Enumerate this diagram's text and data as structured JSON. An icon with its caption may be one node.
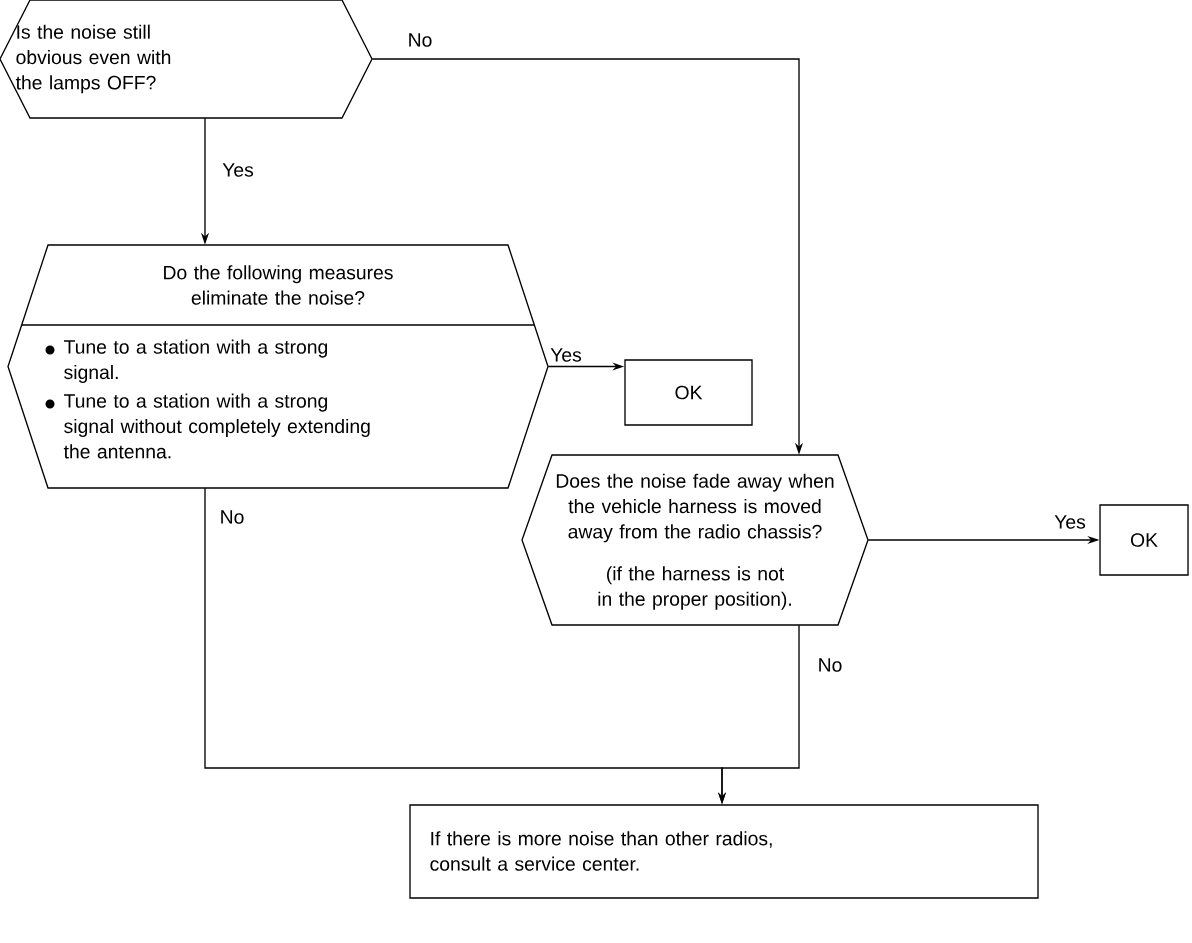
{
  "diagram": {
    "nodes": [
      {
        "text": [
          "Is the noise still obvious even with the lamps OFF?"
        ]
      },
      {
        "text": [
          "Do the following measures eliminate the noise?",
          "Tune to a station with a strong signal.",
          "Tune to a station with a strong signal without completely extending the antenna."
        ]
      },
      {
        "text": [
          "OK"
        ]
      },
      {
        "text": [
          "Does the noise fade away when the vehicle harness is moved away from the radio chassis?",
          "(if the harness is not in the proper position)."
        ]
      },
      {
        "text": [
          "OK"
        ]
      },
      {
        "text": [
          "If there is more noise than other radios, consult a service center."
        ]
      }
    ],
    "edges": [
      {
        "from": 0,
        "to": 1,
        "arrow": "to",
        "label": "Yes"
      },
      {
        "from": 0,
        "to": 3,
        "arrow": "to",
        "label": "No"
      },
      {
        "from": 1,
        "to": 2,
        "arrow": "to",
        "label": "Yes"
      },
      {
        "from": 1,
        "to": 5,
        "arrow": "to",
        "label": "No"
      },
      {
        "from": 3,
        "to": 4,
        "arrow": "to",
        "label": "Yes"
      },
      {
        "from": 3,
        "to": 5,
        "arrow": "to",
        "label": "No"
      }
    ]
  }
}
